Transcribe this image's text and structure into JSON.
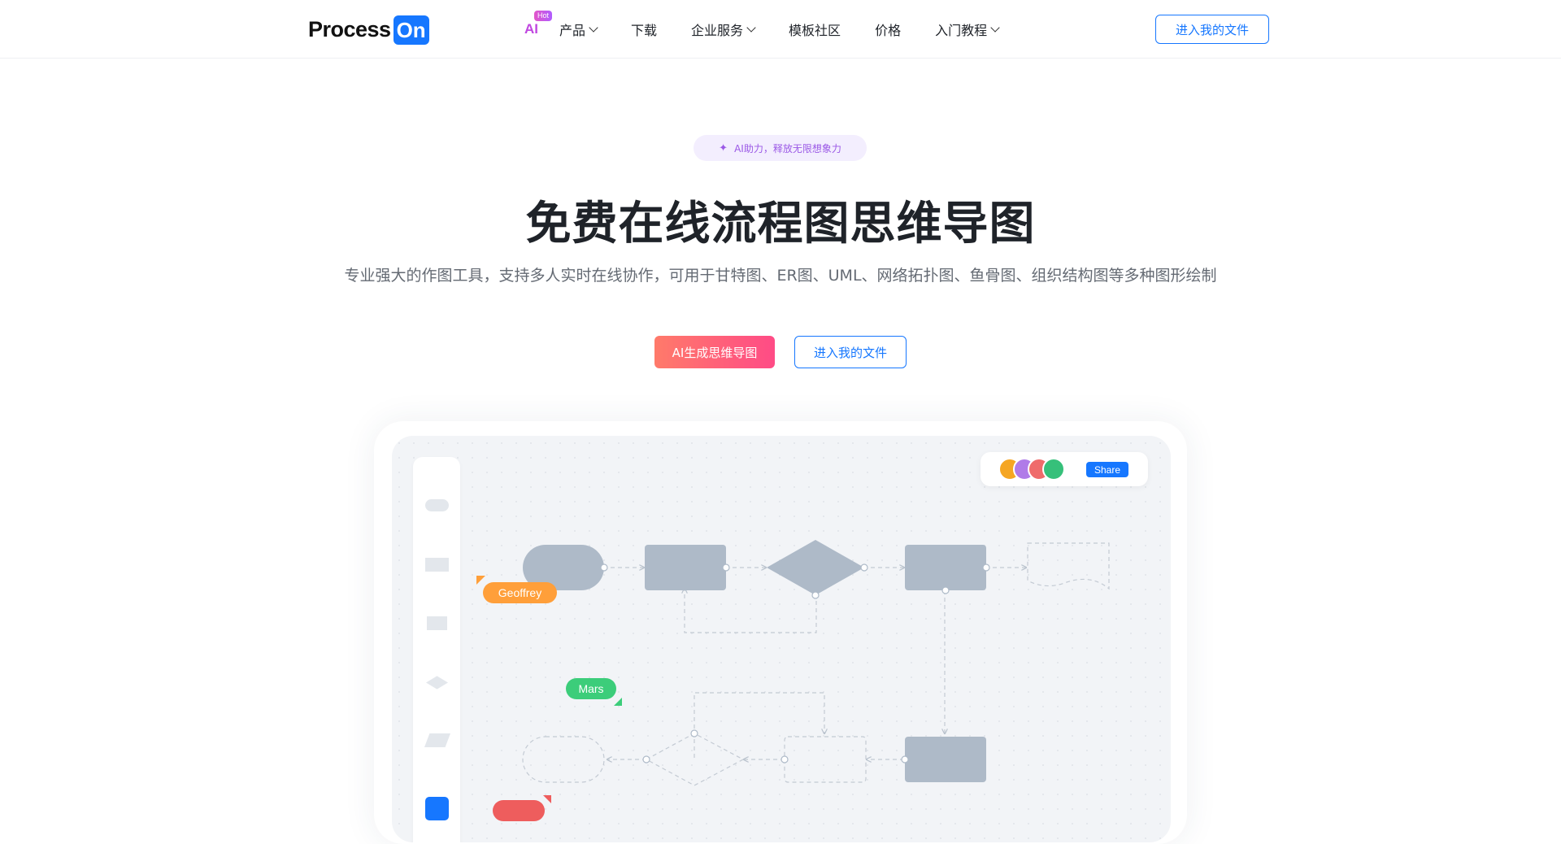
{
  "header": {
    "logo_text": "Process",
    "logo_badge": "On",
    "nav": {
      "ai_label": "AI",
      "ai_hot": "Hot",
      "items": [
        {
          "label": "产品",
          "dropdown": true
        },
        {
          "label": "下载",
          "dropdown": false
        },
        {
          "label": "企业服务",
          "dropdown": true
        },
        {
          "label": "模板社区",
          "dropdown": false
        },
        {
          "label": "价格",
          "dropdown": false
        },
        {
          "label": "入门教程",
          "dropdown": true
        }
      ]
    },
    "cta_label": "进入我的文件"
  },
  "hero": {
    "badge_icon": "sparkle-icon",
    "badge_text": "AI助力，释放无限想象力",
    "title": "免费在线流程图思维导图",
    "subtitle": "专业强大的作图工具，支持多人实时在线协作，可用于甘特图、ER图、UML、网络拓扑图、鱼骨图、组织结构图等多种图形绘制",
    "primary_button": "AI生成思维导图",
    "secondary_button": "进入我的文件"
  },
  "canvas": {
    "share_label": "Share",
    "collaborators": [
      {
        "name": "Geoffrey",
        "color": "#ff9f3a"
      },
      {
        "name": "Mars",
        "color": "#3ccd7a"
      },
      {
        "name": "",
        "color": "#ee5d5d"
      }
    ],
    "avatar_colors": [
      "#f5a623",
      "#b07be8",
      "#ef6b6b",
      "#36c07a"
    ]
  },
  "colors": {
    "brand": "#1677ff",
    "ai_purple": "#c047e0",
    "shape_fill": "#aebac8"
  }
}
